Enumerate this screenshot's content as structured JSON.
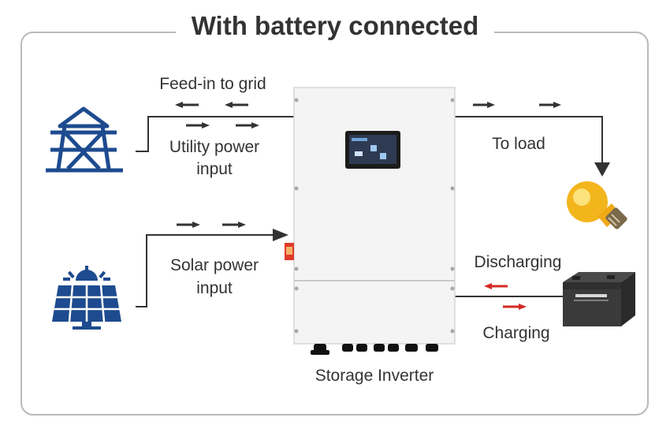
{
  "title": "With battery connected",
  "labels": {
    "feed_in": "Feed-in to grid",
    "utility_line1": "Utility power",
    "utility_line2": "input",
    "to_load": "To load",
    "solar_line1": "Solar power",
    "solar_line2": "input",
    "discharging": "Discharging",
    "charging": "Charging",
    "inverter": "Storage Inverter"
  },
  "colors": {
    "icon_blue": "#1e4b8f",
    "line": "#333333",
    "battery_arrow": "#d42a25",
    "frame": "#b9b9b9",
    "bulb": "#f3b51c"
  },
  "icons": {
    "grid": "transmission-tower-icon",
    "solar": "solar-panel-icon",
    "load": "light-bulb-icon",
    "battery": "battery-icon",
    "inverter": "storage-inverter-device"
  }
}
